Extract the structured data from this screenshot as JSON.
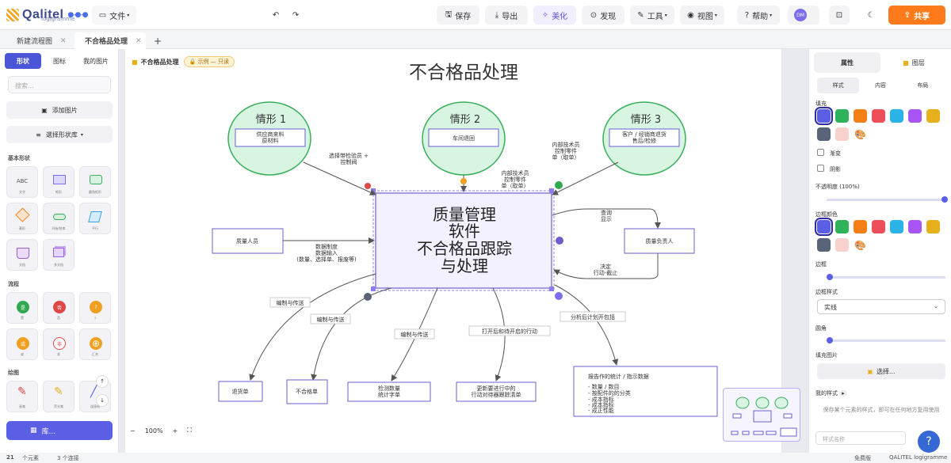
{
  "topbar": {
    "logo_name": "Qalitel",
    "logo_sub": "logigramme",
    "file_menu": "文件",
    "save": "保存",
    "export": "导出",
    "beautify": "美化",
    "discover": "发现",
    "tools": "工具",
    "view": "视图",
    "help": "帮助",
    "avatar_initials": "DM",
    "share": "共享"
  },
  "tabs": [
    {
      "label": "新建流程图"
    },
    {
      "label": "不合格品处理"
    }
  ],
  "left": {
    "segments": [
      "形状",
      "图标",
      "我的图片"
    ],
    "search_placeholder": "搜索...",
    "add_image": "添加图片",
    "switch_library": "選择形状库",
    "sections": {
      "basic": "基本形状",
      "flow": "流程",
      "draw": "绘图"
    },
    "basic_tiles": [
      "文字",
      "矩形",
      "圆角矩形",
      "菱形",
      "开始/结束",
      "平行",
      "文档",
      "多文档"
    ],
    "text_tile": "ABC",
    "flow_tiles": [
      {
        "glyph": "是",
        "label": "是",
        "color": "#2fa84f"
      },
      {
        "glyph": "否",
        "label": "否",
        "color": "#e04848"
      },
      {
        "glyph": "?",
        "label": "?",
        "color": "#f0a020"
      },
      {
        "glyph": "或",
        "label": "或",
        "color": "#f0a020"
      },
      {
        "glyph": "非",
        "label": "非",
        "color": "#fff"
      },
      {
        "glyph": "",
        "label": "汇合",
        "color": "#f0a020"
      }
    ],
    "draw_tiles": [
      "画笔",
      "荧光笔",
      "连接线"
    ],
    "library_button": "库..."
  },
  "status": {
    "elements": "21",
    "elements_label": "个元素",
    "connections": "3 个连接",
    "plan": "免费版",
    "brand": "QALITEL logigramme"
  },
  "document": {
    "name": "不合格品处理",
    "badge": "示例 — 只读"
  },
  "zoom": {
    "level": "100%"
  },
  "diagram": {
    "title": "不合格品处理",
    "case1_title": "情形 1",
    "case1_box": "供应商来料\n原材料",
    "case2_title": "情形 2",
    "case2_box": "车间退回",
    "case3_title": "情形 3",
    "case3_box": "客户 / 经销商退货\n售后/检修",
    "central": [
      "质量管理",
      "软件",
      "不合格品跟踪",
      "与处理"
    ],
    "left_box": "质量人员",
    "right_box": "质量负责人",
    "e_case1": "选择带检验员 +\n控制阀",
    "e_case2": "内部技术员\n控制零件\n单（取单）",
    "e_case3": "内部技术员\n控制零件\n单（取单）",
    "e_left": "数据制度\n数据输入\n(数量、选择单、报废等)",
    "e_right_out": "查询\n显示",
    "e_right_in": "决定\n行动-截止",
    "e_b1": "编制与传送",
    "e_b2": "编制与传送",
    "e_b3": "编制与传送",
    "e_b4": "打开后和待开启的行动",
    "e_b5": "分析后计划开包括",
    "b1": "退货单",
    "b2": "不合格单",
    "b3": "检测数量\n统计字单",
    "b4": "更新要进行中的\n行动对待器跟踪清单",
    "b5_title": "报告作的统计 / 指示数据",
    "b5_lines": [
      "- 数量 / 数目",
      "- 按配件的的分类",
      "- 成本指标",
      "- 成本指标",
      "- 成正性能"
    ]
  },
  "right": {
    "tabs": [
      "属性",
      "图层"
    ],
    "subtabs": [
      "样式",
      "内容",
      "布局"
    ],
    "fill_label": "填充",
    "gradient": "渐变",
    "shadow": "阴影",
    "opacity_label": "不透明度 (100%)",
    "border_color_label": "边框颜色",
    "border_label": "边框",
    "border_style_label": "边框样式",
    "border_style_value": "实线",
    "radius_label": "圆角",
    "fill_image_label": "填充图片",
    "choose_button": "选择...",
    "my_styles": "我的样式",
    "my_styles_hint": "保存某个元素的样式，即可在任何地方复用使用",
    "style_name_placeholder": "样式名称",
    "colors": [
      "#5b5fe6",
      "#2fb35a",
      "#f57f17",
      "#ef4d5a",
      "#2bb3e8",
      "#a855f7",
      "#e5b01a",
      "#5a6478",
      "#f8d0cc"
    ]
  },
  "opacity": 1.0
}
